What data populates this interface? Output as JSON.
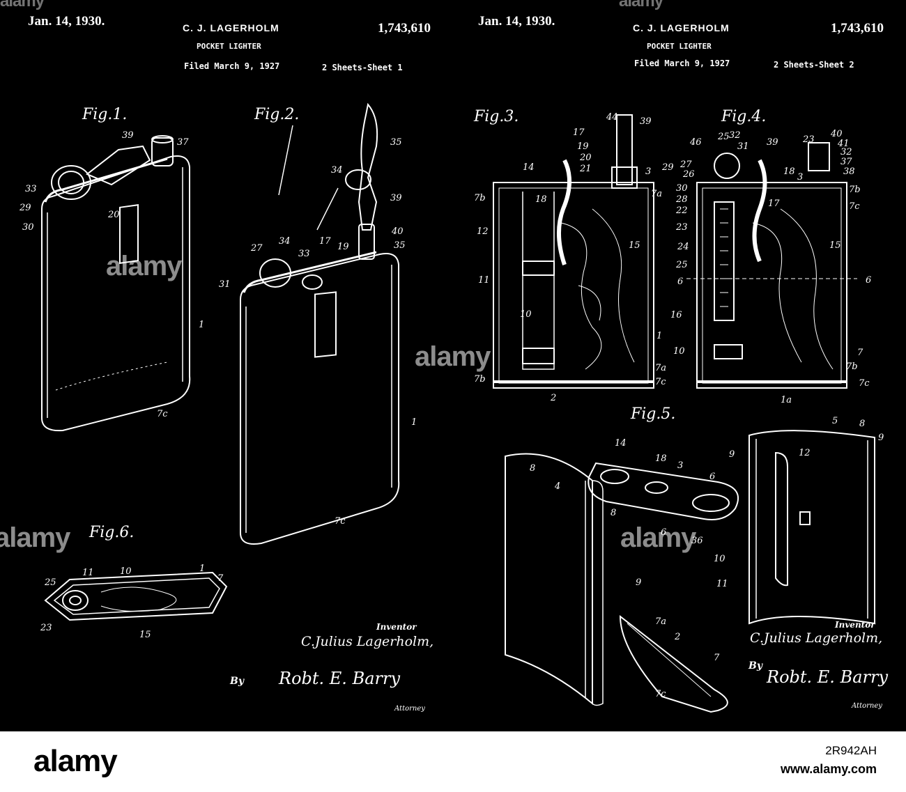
{
  "sheets": [
    {
      "date": "Jan. 14, 1930.",
      "inventor": "C. J. LAGERHOLM",
      "patent_number": "1,743,610",
      "title": "POCKET LIGHTER",
      "filed": "Filed March 9, 1927",
      "sheet_info": "2 Sheets-Sheet  1",
      "figures": [
        "Fig.1.",
        "Fig.2.",
        "Fig.6."
      ],
      "signature_label": "Inventor",
      "inventor_signature": "C.Julius Lagerholm,",
      "by": "By",
      "attorney_signature": "Robt. E. Barry",
      "attorney_label": "Attorney"
    },
    {
      "date": "Jan. 14, 1930.",
      "inventor": "C. J. LAGERHOLM",
      "patent_number": "1,743,610",
      "title": "POCKET LIGHTER",
      "filed": "Filed March 9, 1927",
      "sheet_info": "2 Sheets-Sheet  2",
      "figures": [
        "Fig.3.",
        "Fig.4.",
        "Fig.5."
      ],
      "signature_label": "Inventor",
      "inventor_signature": "C.Julius Lagerholm,",
      "by": "By",
      "attorney_signature": "Robt. E. Barry",
      "attorney_label": "Attorney"
    }
  ],
  "watermark": "alamy",
  "footer": {
    "logo": "alamy",
    "image_id": "2R942AH",
    "url": "www.alamy.com"
  }
}
